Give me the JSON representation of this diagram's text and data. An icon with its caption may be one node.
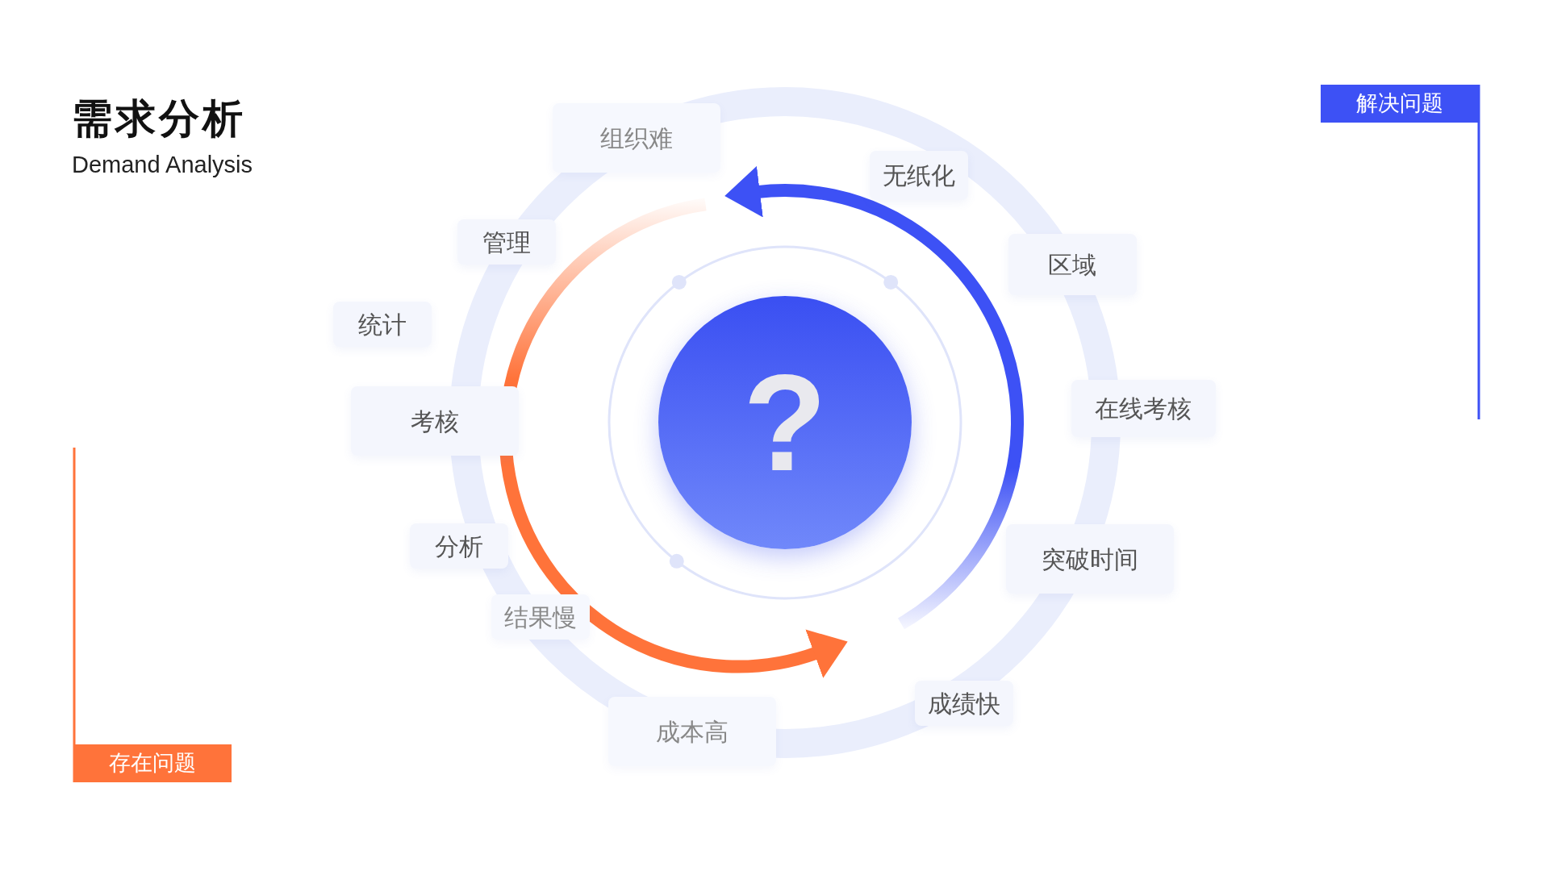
{
  "diagram": {
    "title": "需求分析",
    "nodes": [
      {
        "text": [
          "解决问题"
        ]
      },
      {
        "text": [
          "组织难"
        ]
      },
      {
        "text": [
          "无纸化"
        ]
      },
      {
        "text": [
          "管理"
        ]
      },
      {
        "text": [
          "区域"
        ]
      },
      {
        "text": [
          "统计"
        ]
      },
      {
        "text": [
          "?"
        ]
      },
      {
        "text": [
          "考核"
        ]
      },
      {
        "text": [
          "在线考核"
        ]
      },
      {
        "text": [
          "分析"
        ]
      },
      {
        "text": [
          "突破时间"
        ]
      },
      {
        "text": [
          "结果慢"
        ]
      },
      {
        "text": [
          "成绩快"
        ]
      },
      {
        "text": [
          "成本高"
        ]
      },
      {
        "text": [
          "存在问题"
        ]
      }
    ],
    "edges": [],
    "labels": [
      "Demand Analysis"
    ]
  }
}
